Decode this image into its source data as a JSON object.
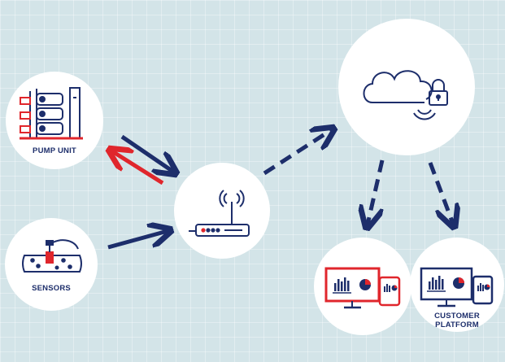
{
  "nodes": {
    "pump_unit": {
      "label": "PUMP UNIT"
    },
    "sensors": {
      "label": "SENSORS"
    },
    "router": {
      "label": ""
    },
    "cloud": {
      "label": ""
    },
    "monitor_left": {
      "label": ""
    },
    "customer_platform": {
      "label_line1": "CUSTOMER",
      "label_line2": "PLATFORM"
    }
  },
  "icons": {
    "pump_unit": "pump-unit-icon",
    "sensors": "pipe-sensor-icon",
    "router": "wireless-router-icon",
    "cloud": "secure-cloud-icon",
    "monitor_left": "monitor-tablet-icon",
    "customer_platform": "monitor-tablet-icon"
  },
  "colors": {
    "background": "#d3e4e8",
    "circle": "#ffffff",
    "navy": "#1d2e6b",
    "red": "#e0262c"
  }
}
